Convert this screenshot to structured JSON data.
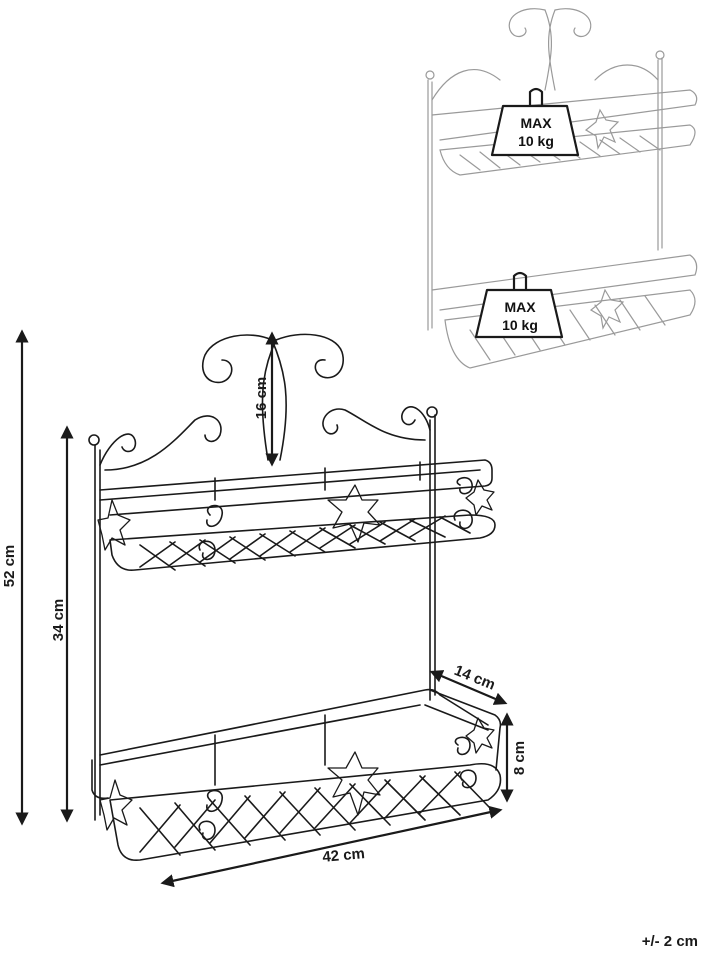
{
  "dimensions": {
    "total_height": "52 cm",
    "frame_height": "34 cm",
    "crest_height": "16 cm",
    "depth": "14 cm",
    "shelf_height": "8 cm",
    "width": "42 cm"
  },
  "load": {
    "top_line1": "MAX",
    "top_line2": "10 kg",
    "bottom_line1": "MAX",
    "bottom_line2": "10 kg"
  },
  "tolerance": "+/- 2 cm",
  "colors": {
    "line": "#1a1a1a",
    "faint": "#888888",
    "weight_fill": "#ffffff"
  }
}
